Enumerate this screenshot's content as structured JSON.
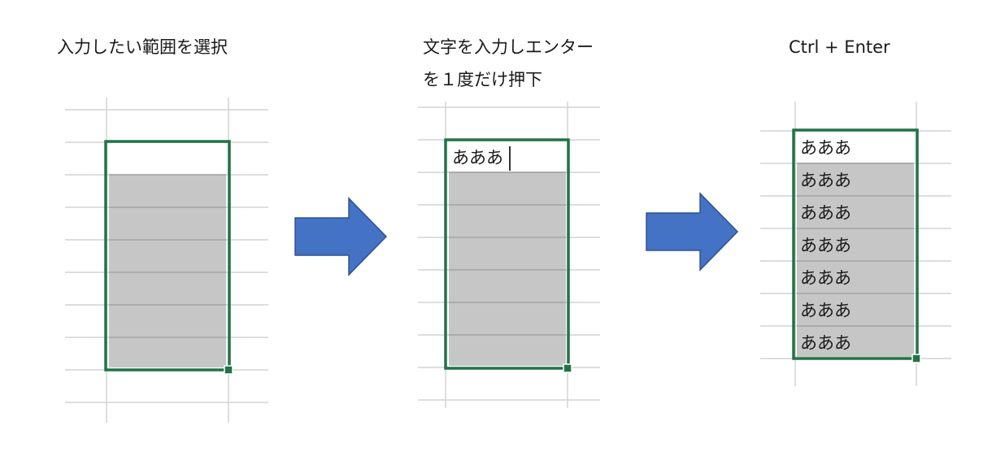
{
  "steps": [
    {
      "title_lines": [
        "入力したい範囲を選択"
      ]
    },
    {
      "title_lines": [
        "文字を入力しエンター",
        "を１度だけ押下"
      ],
      "typed_text": "あああ"
    },
    {
      "title_lines": [
        "Ctrl + Enter"
      ],
      "cell_values": [
        "あああ",
        "あああ",
        "あああ",
        "あああ",
        "あああ",
        "あああ",
        "あああ"
      ]
    }
  ],
  "colors": {
    "selection_border": "#217346",
    "selection_shade": "#c6c6c6",
    "arrow_fill": "#4472c4",
    "gridline": "#d4d4d4"
  },
  "icons": [
    "right-arrow-icon",
    "right-arrow-icon"
  ]
}
